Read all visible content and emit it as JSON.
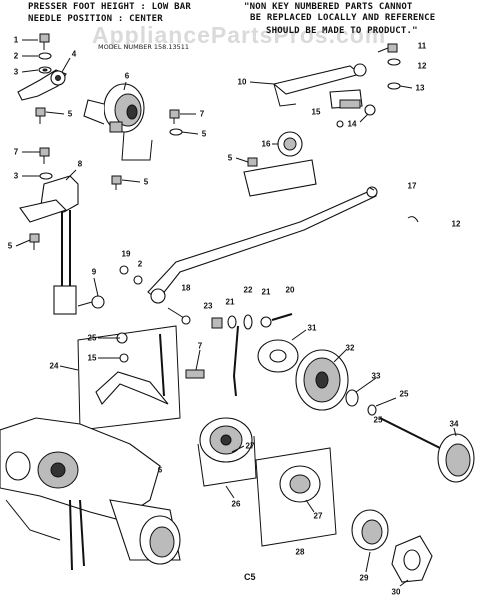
{
  "header": {
    "left_line1": "PRESSER FOOT HEIGHT : LOW BAR",
    "left_line2": "NEEDLE POSITION : CENTER",
    "model": "MODEL NUMBER 158.13511",
    "right_line1": "\"NON KEY NUMBERED PARTS CANNOT",
    "right_line2": "BE REPLACED LOCALLY AND REFERENCE",
    "right_line3": "SHOULD BE MADE TO PRODUCT.\""
  },
  "watermark": "AppliancePartsPros.com",
  "page_label": "C5",
  "callouts": [
    {
      "label": "1"
    },
    {
      "label": "2"
    },
    {
      "label": "3"
    },
    {
      "label": "4"
    },
    {
      "label": "5"
    },
    {
      "label": "6"
    },
    {
      "label": "7"
    },
    {
      "label": "5"
    },
    {
      "label": "5"
    },
    {
      "label": "7"
    },
    {
      "label": "3"
    },
    {
      "label": "8"
    },
    {
      "label": "5"
    },
    {
      "label": "9"
    },
    {
      "label": "19"
    },
    {
      "label": "2"
    },
    {
      "label": "18"
    },
    {
      "label": "11"
    },
    {
      "label": "12"
    },
    {
      "label": "10"
    },
    {
      "label": "13"
    },
    {
      "label": "15"
    },
    {
      "label": "14"
    },
    {
      "label": "16"
    },
    {
      "label": "5"
    },
    {
      "label": "17"
    },
    {
      "label": "12"
    },
    {
      "label": "22"
    },
    {
      "label": "21"
    },
    {
      "label": "21"
    },
    {
      "label": "20"
    },
    {
      "label": "23"
    },
    {
      "label": "31"
    },
    {
      "label": "32"
    },
    {
      "label": "33"
    },
    {
      "label": "25"
    },
    {
      "label": "25"
    },
    {
      "label": "25"
    },
    {
      "label": "15"
    },
    {
      "label": "24"
    },
    {
      "label": "7"
    },
    {
      "label": "34"
    },
    {
      "label": "27"
    },
    {
      "label": "26"
    },
    {
      "label": "27"
    },
    {
      "label": "28"
    },
    {
      "label": "29"
    },
    {
      "label": "30"
    },
    {
      "label": "6"
    }
  ]
}
